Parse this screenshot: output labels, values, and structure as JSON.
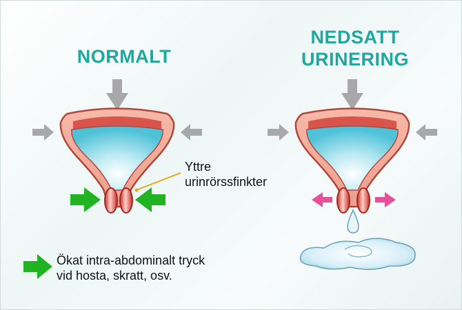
{
  "normal": {
    "title": "NORMALT"
  },
  "impaired": {
    "title_line1": "NEDSATT",
    "title_line2": "URINERING"
  },
  "callout": {
    "line1": "Yttre",
    "line2": "urinrörssfinkter"
  },
  "legend": {
    "line1": "Ökat intra-abdominalt tryck",
    "line2": "vid hosta, skratt, osv."
  },
  "colors": {
    "title": "#1fa89f",
    "pressure_arrow": "#22b322",
    "leak_arrow": "#e84f9a",
    "grey_arrow": "#a8a8a8",
    "bladder_wall": "#f0a896",
    "bladder_inner": "#d9544a",
    "urine": "#5cc9de",
    "callout_line": "#e6a817"
  },
  "icons": [
    "green-pressure-arrow-icon",
    "pink-leak-arrow-icon",
    "grey-pressure-arrow-icon",
    "droplet-icon",
    "puddle-icon"
  ]
}
